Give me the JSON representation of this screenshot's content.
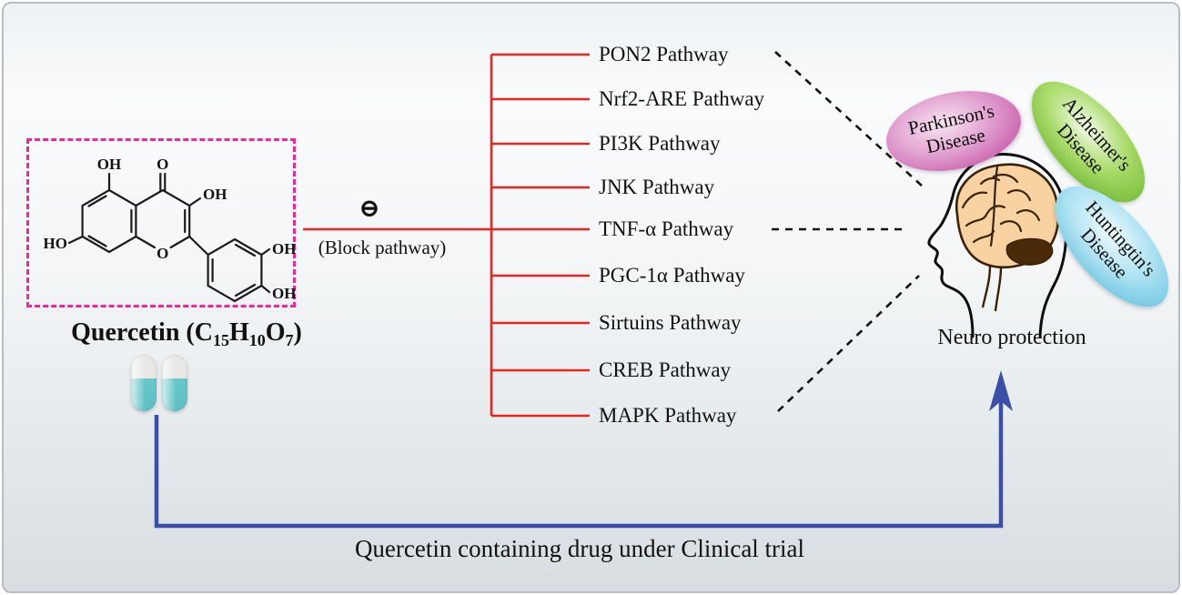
{
  "molecule": {
    "name": "Quercetin",
    "formula": {
      "pre": "(C",
      "s1": "15",
      "m1": "H",
      "s2": "10",
      "m2": "O",
      "s3": "7",
      "post": ")"
    },
    "atoms": {
      "oh5": "OH",
      "o4": "O",
      "oh3": "OH",
      "ho7": "HO",
      "o1": "O",
      "oh3p": "OH",
      "oh4p": "OH"
    }
  },
  "block": {
    "symbol": "⊖",
    "label": "(Block pathway)"
  },
  "pathways": [
    "PON2 Pathway",
    "Nrf2-ARE Pathway",
    "PI3K Pathway",
    "JNK Pathway",
    "TNF-α Pathway",
    "PGC-1α Pathway",
    "Sirtuins Pathway",
    "CREB Pathway",
    "MAPK Pathway"
  ],
  "diseases": [
    {
      "label": "Parkinson's\nDisease",
      "color": "#bd3f99"
    },
    {
      "label": "Alzheimer's\nDisease",
      "color": "#5aa922"
    },
    {
      "label": "Huntingtin's\nDisease",
      "color": "#4fb7da"
    }
  ],
  "neuro_label": "Neuro protection",
  "clinical_label": "Quercetin containing drug under Clinical trial",
  "colors": {
    "pathway_line_red": "#e82520",
    "arrow_blue": "#3c4fa7",
    "molecule_box_pink": "#f0279b",
    "dashed_link_black": "#111111"
  }
}
